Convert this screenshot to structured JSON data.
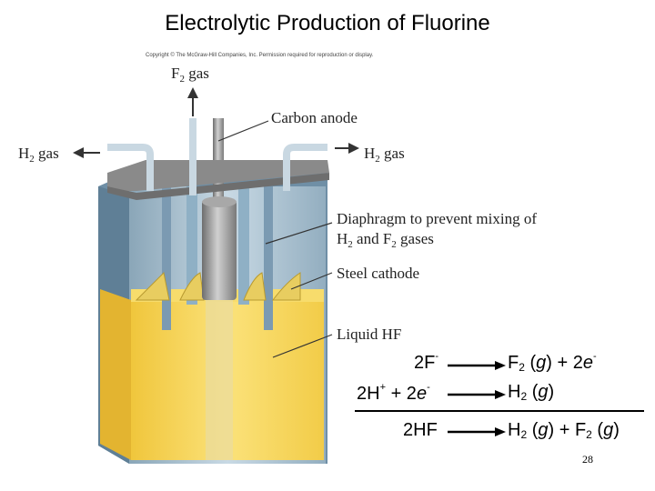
{
  "title": "Electrolytic Production of Fluorine",
  "copyright": "Copyright © The McGraw-Hill Companies, Inc. Permission required for reproduction or display.",
  "labels": {
    "f2_gas": {
      "main": "F",
      "sub": "2",
      "rest": " gas"
    },
    "h2_gas_left": {
      "main": "H",
      "sub": "2",
      "rest": " gas"
    },
    "h2_gas_right": {
      "main": "H",
      "sub": "2",
      "rest": " gas"
    },
    "carbon_anode": "Carbon anode",
    "diaphragm_line1": "Diaphragm to prevent mixing of",
    "diaphragm_line2": {
      "a": "H",
      "a_sub": "2",
      "b": " and F",
      "b_sub": "2",
      "c": " gases"
    },
    "steel_cathode": "Steel cathode",
    "liquid_hf": "Liquid HF"
  },
  "equations": {
    "eq1": {
      "left_main": "2F",
      "left_sup": "-",
      "right_a": "F",
      "right_sub": "2",
      "right_b": " (g) + 2e",
      "right_sup": "-"
    },
    "eq2": {
      "left_a": "2H",
      "left_sup1": "+",
      "left_b": " + 2e",
      "left_sup2": "-",
      "right_a": "H",
      "right_sub": "2",
      "right_b": " (g)"
    },
    "eq3": {
      "left": "2HF",
      "right_a": "H",
      "right_sub1": "2",
      "right_b": " (g) + F",
      "right_sub2": "2",
      "right_c": " (g)"
    }
  },
  "page_number": "28",
  "colors": {
    "liquid": "#f5d24a",
    "tank_wall": "#9fb8c8",
    "lid": "#8c8c8c",
    "anode": "#9a9a9a",
    "diaphragm": "#7fa0b8"
  }
}
